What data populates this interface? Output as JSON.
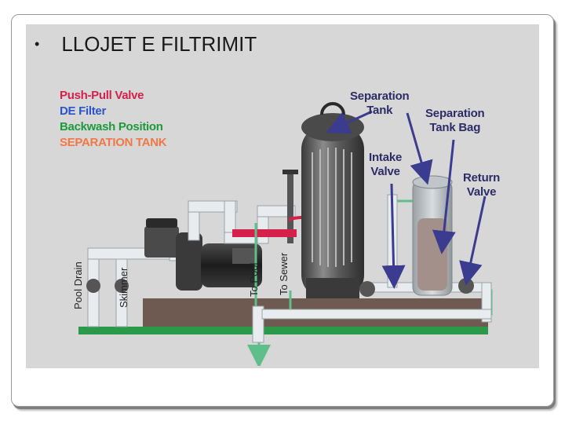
{
  "slide": {
    "bullet": "•",
    "title": "LLOJET E FILTRIMIT"
  },
  "legend": [
    {
      "text": "Push-Pull Valve",
      "color": "#d4204a"
    },
    {
      "text": "DE Filter",
      "color": "#2a55c8"
    },
    {
      "text": "Backwash Position",
      "color": "#1e9a3a"
    },
    {
      "text": "SEPARATION TANK",
      "color": "#f07848"
    }
  ],
  "labels": {
    "separation_tank": "Separation\nTank",
    "separation_tank_bag": "Separation\nTank Bag",
    "intake_valve": "Intake\nValve",
    "return_valve": "Return\nValve",
    "pool_drain": "Pool Drain",
    "skimmer": "Skimmer",
    "to_pool": "To Pool",
    "to_sewer": "To Sewer"
  },
  "colors": {
    "background": "#d7d7d7",
    "arrows": "#3b3b8f",
    "pipe": "#e8ecef",
    "flow_green": "#5fbf8a",
    "base": "#6e5a50",
    "ground": "#2a9a4a"
  }
}
